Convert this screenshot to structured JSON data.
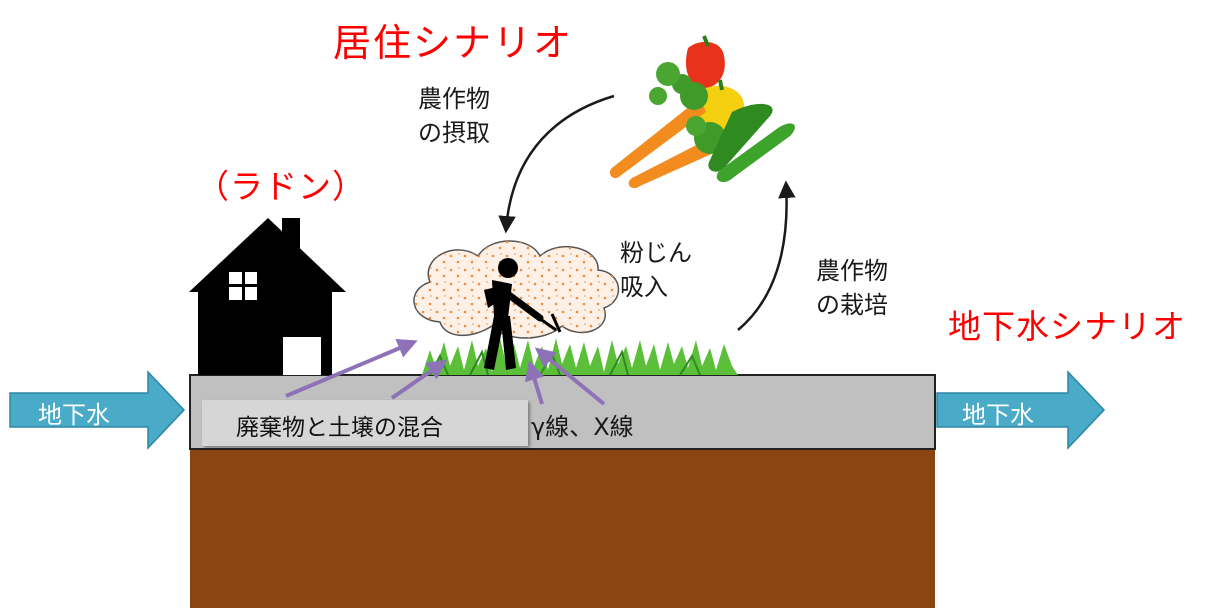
{
  "scenario": {
    "residential_title": "居住シナリオ",
    "groundwater_title": "地下水シナリオ",
    "radon_label": "（ラドン）"
  },
  "pathways": {
    "crop_intake": [
      "農作物",
      "の摂取"
    ],
    "crop_cultivation": [
      "農作物",
      "の栽培"
    ],
    "dust_inhalation": [
      "粉じん",
      "吸入"
    ],
    "radiation": "γ線、X線",
    "waste_soil_mixture": "廃棄物と土壌の混合"
  },
  "groundwater": {
    "inflow_label": "地下水",
    "outflow_label": "地下水"
  },
  "colors": {
    "title_red": "#ff0000",
    "groundwater_arrow": "#4aabc8",
    "soil_surface": "#c0c0c0",
    "soil_brown": "#8b4513",
    "radiation_arrow": "#8e72b8",
    "house": "#000000",
    "grass": "#5cbf3a",
    "dust_dots": "#f08c3c"
  },
  "icons": [
    "house-icon",
    "worker-with-pickaxe-icon",
    "dust-cloud-icon",
    "vegetables-icon",
    "grass-icon"
  ]
}
